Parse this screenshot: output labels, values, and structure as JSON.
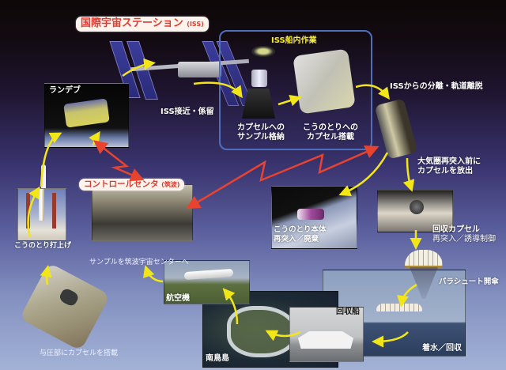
{
  "title": {
    "main": "国際宇宙ステーション",
    "suffix": "(ISS)"
  },
  "iss_box": {
    "label": "ISS船内作業",
    "step1": [
      "カプセルへの",
      "サンプル格納"
    ],
    "step2": [
      "こうのとりへの",
      "カプセル搭載"
    ]
  },
  "labels": {
    "rendezvous": "ランデブ",
    "approach": "ISS接近・係留",
    "separation": "ISSからの分離・軌道離脱",
    "release": [
      "大気圏再突入前に",
      "カプセルを放出"
    ],
    "htv_reentry": [
      "こうのとり本体",
      "再突入／廃棄"
    ],
    "capsule_reentry": [
      "回収カプセル",
      "再突入／誘導制御"
    ],
    "parachute": "パラシュート開傘",
    "splashdown": "着水／回収",
    "ship": "回収船",
    "island": "南鳥島",
    "aircraft": "航空機",
    "to_tsukuba": "サンプルを筑波宇宙センターへ",
    "launch": "こうのとり打上げ",
    "load": "与圧部にカプセルを搭載"
  },
  "control_center": {
    "main": "コントロールセンタ",
    "suffix": "(筑波)"
  },
  "colors": {
    "accent_red": "#e13a2c",
    "arrow_yellow": "#f2e619",
    "comm_red": "#e8432f",
    "iss_box_border": "#4c6fbf",
    "iss_label_yellow": "#f6ea3a"
  }
}
